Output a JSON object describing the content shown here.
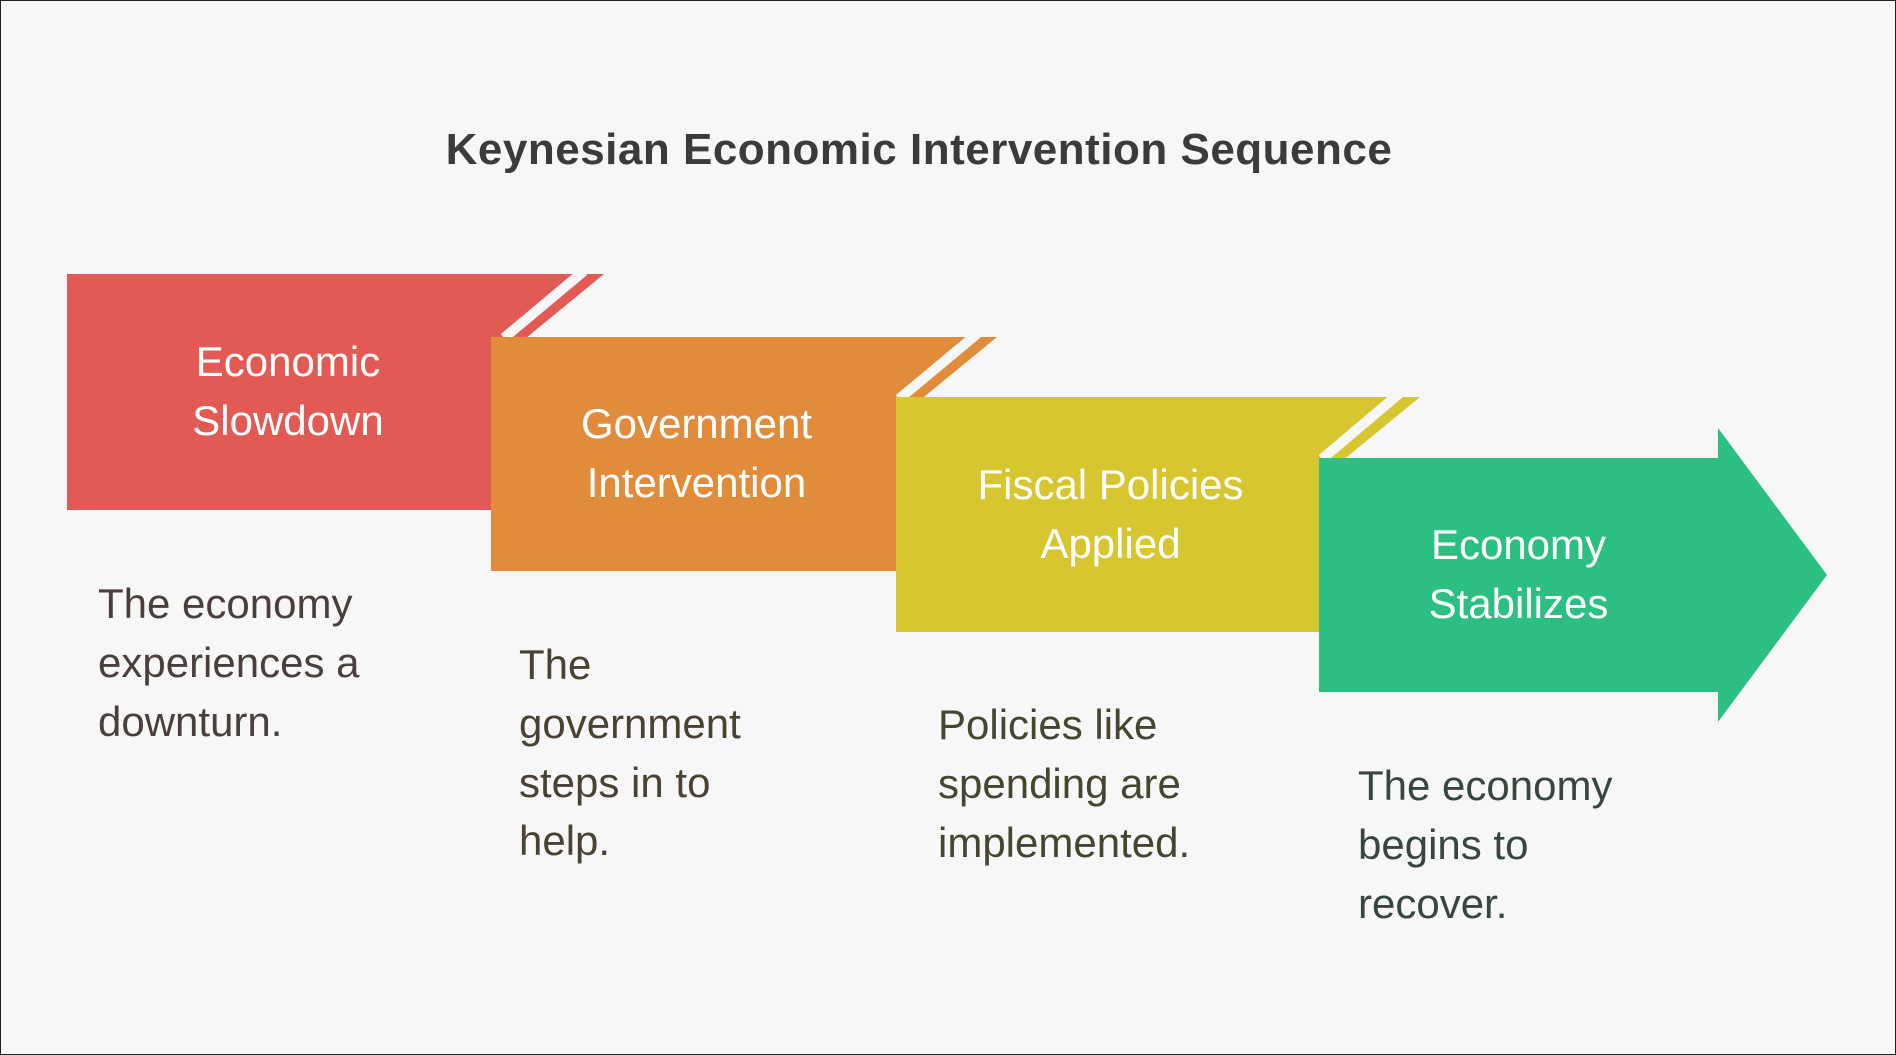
{
  "title": "Keynesian Economic Intervention Sequence",
  "steps": [
    {
      "label": "Economic Slowdown",
      "description": "The economy experiences a downturn.",
      "color": "#E15B54",
      "description_color": "#4A3F3C"
    },
    {
      "label": "Government Intervention",
      "description": "The government steps in to help.",
      "color": "#E18C3B",
      "description_color": "#494233"
    },
    {
      "label": "Fiscal Policies Applied",
      "description": "Policies like spending are implemented.",
      "color": "#D7C62F",
      "description_color": "#46452F"
    },
    {
      "label": "Economy Stabilizes",
      "description": "The economy begins to recover.",
      "color": "#2BBF81",
      "description_color": "#38473D"
    }
  ],
  "colors": {
    "background": "#F7F7F7",
    "canvas_border": "#222222",
    "title_text": "#3B3B3B",
    "step_label_text": "#FFFFFF"
  }
}
